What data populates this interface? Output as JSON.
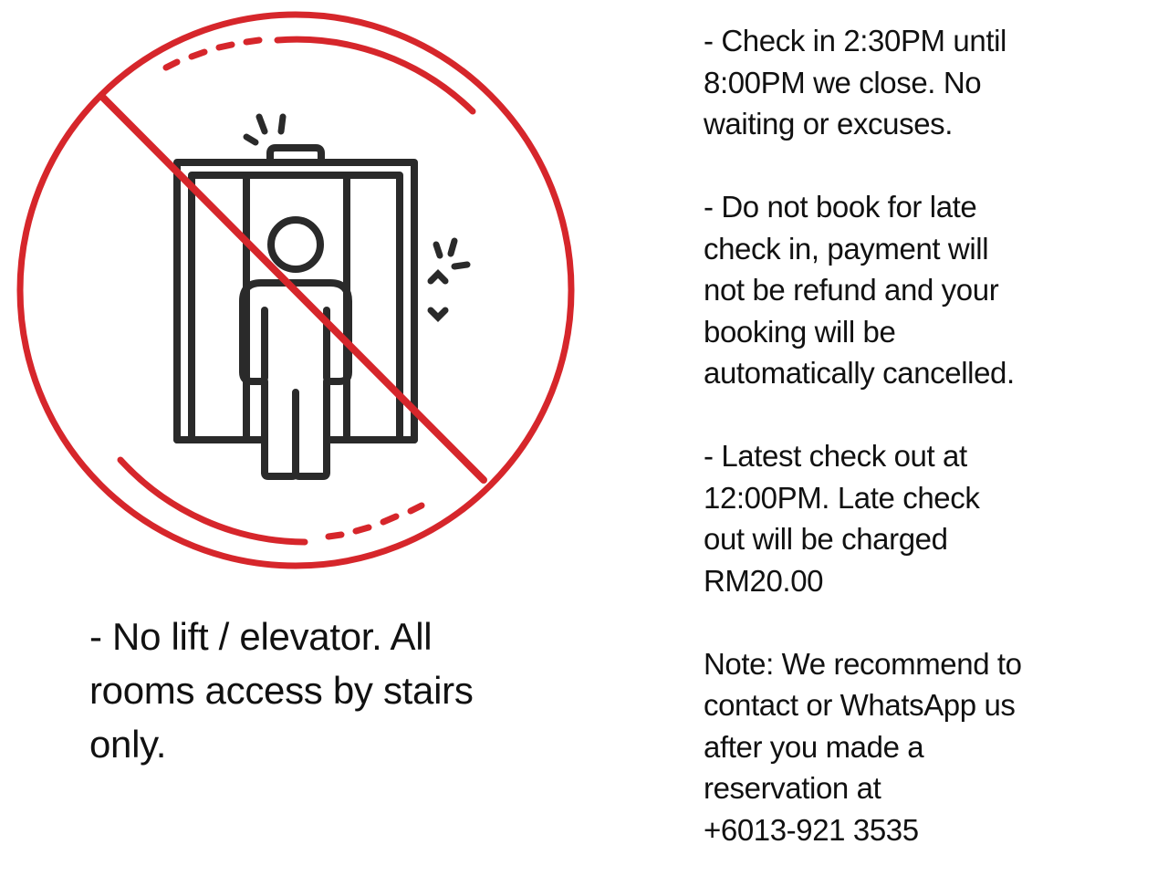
{
  "sign": {
    "icon": "no-elevator-icon",
    "ring_color": "#d6262b",
    "figure_color": "#2a2a2a"
  },
  "left_note": "- No lift / elevator. All\nrooms access by stairs\nonly.",
  "rules": [
    {
      "text": "- Check in 2:30PM until\n8:00PM we close. No\nwaiting or excuses."
    },
    {
      "text": "- Do not book for late\ncheck in, payment will\nnot be refund and your\nbooking will be\nautomatically cancelled."
    },
    {
      "text": "- Latest check out at\n12:00PM. Late check\nout will be charged\nRM20.00"
    },
    {
      "text": "Note: We recommend to\ncontact or WhatsApp us\nafter you made a\nreservation at\n+6013-921 3535"
    }
  ]
}
